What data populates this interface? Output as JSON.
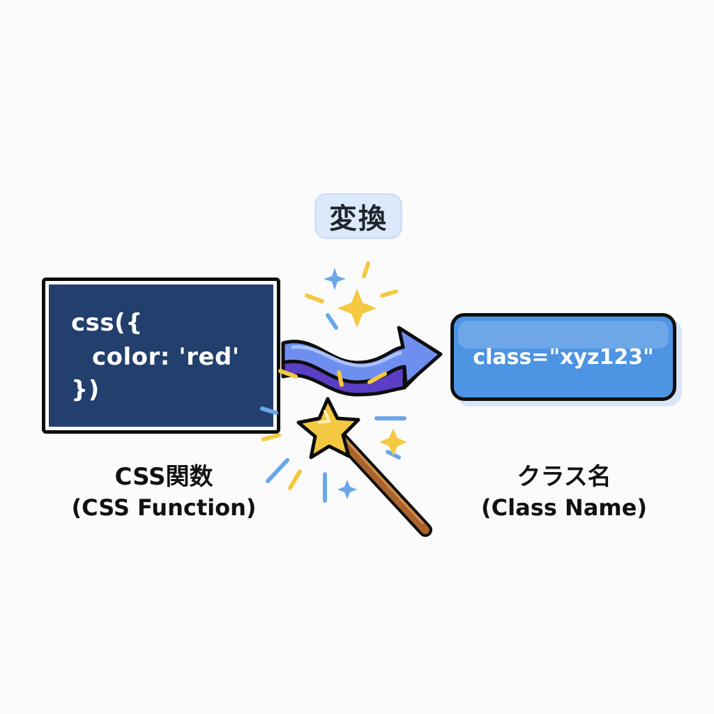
{
  "title": "変換",
  "source": {
    "code_lines": [
      "css({",
      "color: 'red'",
      "})"
    ],
    "caption_main": "CSS関数",
    "caption_sub": "(CSS Function)"
  },
  "target": {
    "value": "class=\"xyz123\"",
    "caption_main": "クラス名",
    "caption_sub": "(Class Name)"
  },
  "colors": {
    "code_bg": "#223f6d",
    "class_bg": "#4d94e3",
    "arrow": "#6f8ff0",
    "arrow_shadow": "#5a3fc4",
    "star": "#f5c842",
    "wand": "#a9632b",
    "sparkle_blue": "#6aa7ea"
  },
  "icons": [
    "arrow-icon",
    "magic-wand-icon",
    "sparkle-icon"
  ]
}
